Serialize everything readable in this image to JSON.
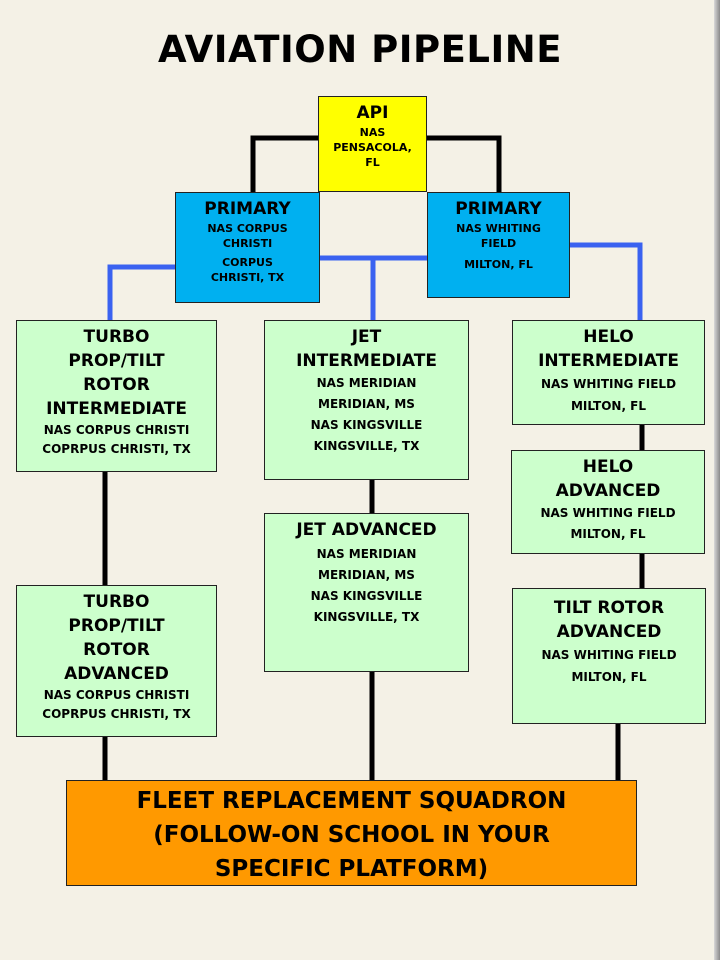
{
  "title": "AVIATION PIPELINE",
  "colors": {
    "api": "#ffff00",
    "primary": "#00b0f0",
    "stage": "#ccffcc",
    "fleet": "#ff9900",
    "connector_black": "#000000",
    "connector_blue": "#3366ff"
  },
  "nodes": {
    "api": {
      "head": "API",
      "lines": [
        "NAS",
        "PENSACOLA,",
        "FL"
      ]
    },
    "primary_cc": {
      "head": "PRIMARY",
      "lines": [
        "NAS CORPUS",
        "CHRISTI",
        "CORPUS",
        "CHRISTI, TX"
      ]
    },
    "primary_wf": {
      "head": "PRIMARY",
      "lines": [
        "NAS WHITING",
        "FIELD",
        "MILTON, FL"
      ]
    },
    "turbo_int": {
      "head": [
        "TURBO",
        "PROP/TILT",
        "ROTOR",
        "INTERMEDIATE"
      ],
      "lines": [
        "NAS CORPUS CHRISTI",
        "COPRPUS CHRISTI, TX"
      ]
    },
    "jet_int": {
      "head": [
        "JET",
        "INTERMEDIATE"
      ],
      "lines": [
        "NAS MERIDIAN",
        "MERIDIAN, MS",
        "NAS  KINGSVILLE",
        "KINGSVILLE, TX"
      ]
    },
    "helo_int": {
      "head": [
        "HELO",
        "INTERMEDIATE"
      ],
      "lines": [
        "NAS WHITING FIELD",
        "MILTON, FL"
      ]
    },
    "helo_adv": {
      "head": [
        "HELO",
        "ADVANCED"
      ],
      "lines": [
        "NAS WHITING FIELD",
        "MILTON, FL"
      ]
    },
    "jet_adv": {
      "head": [
        "JET ADVANCED"
      ],
      "lines": [
        "NAS MERIDIAN",
        "MERIDIAN, MS",
        "NAS  KINGSVILLE",
        "KINGSVILLE, TX"
      ]
    },
    "turbo_adv": {
      "head": [
        "TURBO",
        "PROP/TILT",
        "ROTOR",
        "ADVANCED"
      ],
      "lines": [
        "NAS CORPUS CHRISTI",
        "COPRPUS CHRISTI, TX"
      ]
    },
    "tilt_adv": {
      "head": [
        "TILT ROTOR",
        "ADVANCED"
      ],
      "lines": [
        "NAS WHITING FIELD",
        "MILTON, FL"
      ]
    },
    "fleet": {
      "lines": [
        "FLEET REPLACEMENT SQUADRON",
        "(FOLLOW-ON SCHOOL IN YOUR",
        "SPECIFIC PLATFORM)"
      ]
    }
  }
}
